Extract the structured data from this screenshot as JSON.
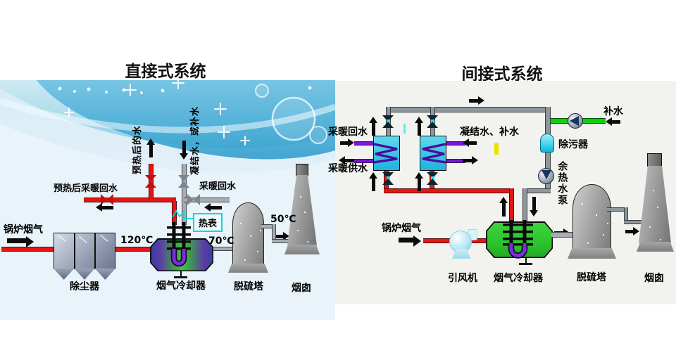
{
  "left": {
    "title": "直接式系统",
    "boiler_gas": "锅炉烟气",
    "dust_collector": "除尘器",
    "temp_120": "120℃",
    "cooler": "烟气冷却器",
    "temp_70": "70℃",
    "desulfurization_tower": "脱硫塔",
    "temp_50": "50℃",
    "chimney": "烟囱",
    "preheated_heating_return": "预热后采暖回水",
    "preheated_water": "预热后的水",
    "condensate_or_makeup": "凝结水，或补水",
    "heating_return": "采暖回水",
    "heat_meter": "热表"
  },
  "right": {
    "title": "间接式系统",
    "heating_return": "采暖回水",
    "heating_supply": "采暖供水",
    "condensate_makeup": "凝结水、补水",
    "makeup_water": "补水",
    "strainer": "除污器",
    "waste_heat_pump": "余热水泵",
    "boiler_gas": "锅炉烟气",
    "induced_draft_fan": "引风机",
    "cooler": "烟气冷却器",
    "desulfurization_tower": "脱硫塔",
    "chimney": "烟囱"
  },
  "colors": {
    "pipe_red": "#e31515",
    "pipe_gray": "#a8adb3",
    "loop_gray": "#8d979c",
    "pipe_purple": "#7a16d8",
    "pipe_green": "#0ad20a",
    "hx_cyan": "#2ac4e6",
    "cooler_green": "#2cc42c",
    "meter_cyan": "#00d8d8"
  }
}
